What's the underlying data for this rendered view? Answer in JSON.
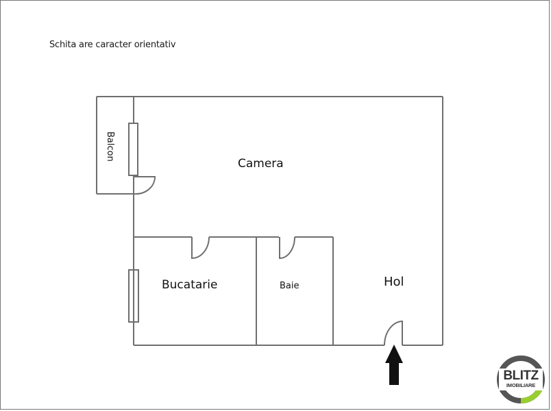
{
  "note": "Schita are caracter orientativ",
  "rooms": {
    "camera": "Camera",
    "balcon": "Balcon",
    "bucatarie": "Bucatarie",
    "baie": "Baie",
    "hol": "Hol"
  },
  "logo": {
    "main": "BLITZ",
    "sub": "IMOBILIARE",
    "ring_color": "#555555",
    "accent_color": "#9acd32"
  },
  "colors": {
    "wall": "#6e6e6e",
    "arrow": "#111111"
  }
}
